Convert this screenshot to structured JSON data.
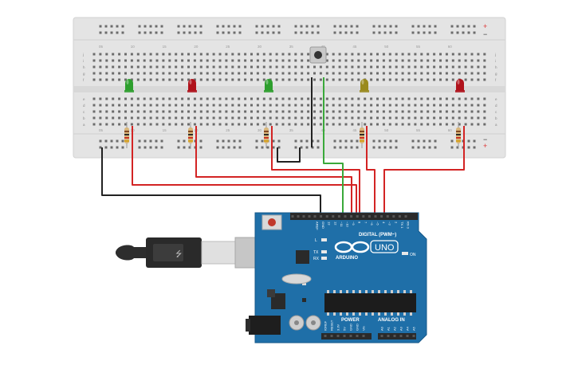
{
  "breadboard": {
    "rail_top_plus": "+",
    "rail_top_minus": "−",
    "rail_bottom_plus": "+",
    "rail_bottom_minus": "−",
    "row_labels_top": [
      "j",
      "i",
      "h",
      "g",
      "f"
    ],
    "row_labels_bottom": [
      "e",
      "d",
      "c",
      "b",
      "a"
    ],
    "column_numbers": [
      "05",
      "10",
      "15",
      "20",
      "25",
      "30",
      "35",
      "40",
      "45",
      "50",
      "55",
      "60"
    ]
  },
  "leds": [
    {
      "name": "led-green-1",
      "color": "#2e9f2e"
    },
    {
      "name": "led-red-1",
      "color": "#b0121b"
    },
    {
      "name": "led-green-2",
      "color": "#2e9f2e"
    },
    {
      "name": "led-yellow",
      "color": "#9a8a1e"
    },
    {
      "name": "led-red-2",
      "color": "#b0121b"
    }
  ],
  "arduino": {
    "brand": "ARDUINO",
    "model": "UNO",
    "digital_label": "DIGITAL (PWM~)",
    "power_label": "POWER",
    "analog_label": "ANALOG IN",
    "on_label": "ON",
    "led_l": "L",
    "led_tx": "TX",
    "led_rx": "RX",
    "top_pins": [
      "AREF",
      "GND",
      "13",
      "12",
      "~11",
      "~10",
      "~9",
      "8",
      "7",
      "~6",
      "~5",
      "4",
      "~3",
      "2",
      "TX 1",
      "RX 0"
    ],
    "power_pins": [
      "IOREF",
      "RESET",
      "3.3V",
      "5V",
      "GND",
      "GND",
      "Vin"
    ],
    "analog_pins": [
      "A0",
      "A1",
      "A2",
      "A3",
      "A4",
      "A5"
    ]
  },
  "colors": {
    "board_blue": "#1f6fa8",
    "breadboard": "#e6e6e6",
    "wire_red": "#d32424",
    "wire_green": "#3aa93a",
    "wire_black": "#222222"
  }
}
